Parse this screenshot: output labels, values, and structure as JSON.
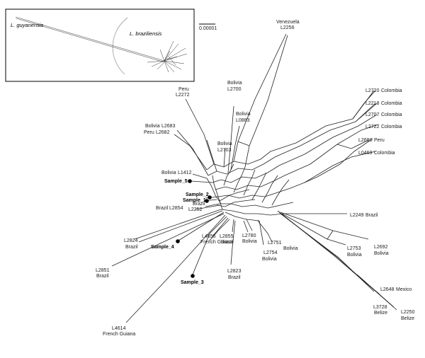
{
  "scale_bar": {
    "label": "0.00001"
  },
  "inset": {
    "species_a": "L. guyanensis",
    "species_b": "L. braziliensis"
  },
  "samples": [
    "Sample_5",
    "Sample_2",
    "Sample_1",
    "Sample_4",
    "Sample_3"
  ],
  "isolates": [
    {
      "code": "L2256",
      "country": "Venezuela"
    },
    {
      "code": "L2700",
      "country": "Bolivia"
    },
    {
      "code": "L0883",
      "country": "Bolivia"
    },
    {
      "code": "L2703",
      "country": "Bolivia"
    },
    {
      "code": "L2272",
      "country": "Peru"
    },
    {
      "code": "L2683",
      "country": "Bolivia"
    },
    {
      "code": "L2682",
      "country": "Peru"
    },
    {
      "code": "L1412",
      "country": "Bolivia"
    },
    {
      "code": "L2252",
      "country": "Brazil"
    },
    {
      "code": "L2854",
      "country": "Brazil"
    },
    {
      "code": "L2720",
      "country": "Colombia"
    },
    {
      "code": "L2218",
      "country": "Colombia"
    },
    {
      "code": "L2707",
      "country": "Colombia"
    },
    {
      "code": "L2722",
      "country": "Colombia"
    },
    {
      "code": "L2690",
      "country": "Peru"
    },
    {
      "code": "L0469",
      "country": "Colombia"
    },
    {
      "code": "L2249",
      "country": "Brazil"
    },
    {
      "code": "L2824",
      "country": "Brazil"
    },
    {
      "code": "L4655",
      "country": "French Guiana"
    },
    {
      "code": "L2855",
      "country": "Brazil"
    },
    {
      "code": "L2780",
      "country": "Bolivia"
    },
    {
      "code": "L2751",
      "country": "Bolivia"
    },
    {
      "code": "L2754",
      "country": "Bolivia"
    },
    {
      "code": "L2753",
      "country": "Bolivia"
    },
    {
      "code": "L2692",
      "country": "Bolivia"
    },
    {
      "code": "L2851",
      "country": "Brazil"
    },
    {
      "code": "L2823",
      "country": "Brazil"
    },
    {
      "code": "L2648",
      "country": "Mexico"
    },
    {
      "code": "L3728",
      "country": "Belize"
    },
    {
      "code": "L2250",
      "country": "Belize"
    },
    {
      "code": "L4614",
      "country": "French Guiana"
    }
  ]
}
